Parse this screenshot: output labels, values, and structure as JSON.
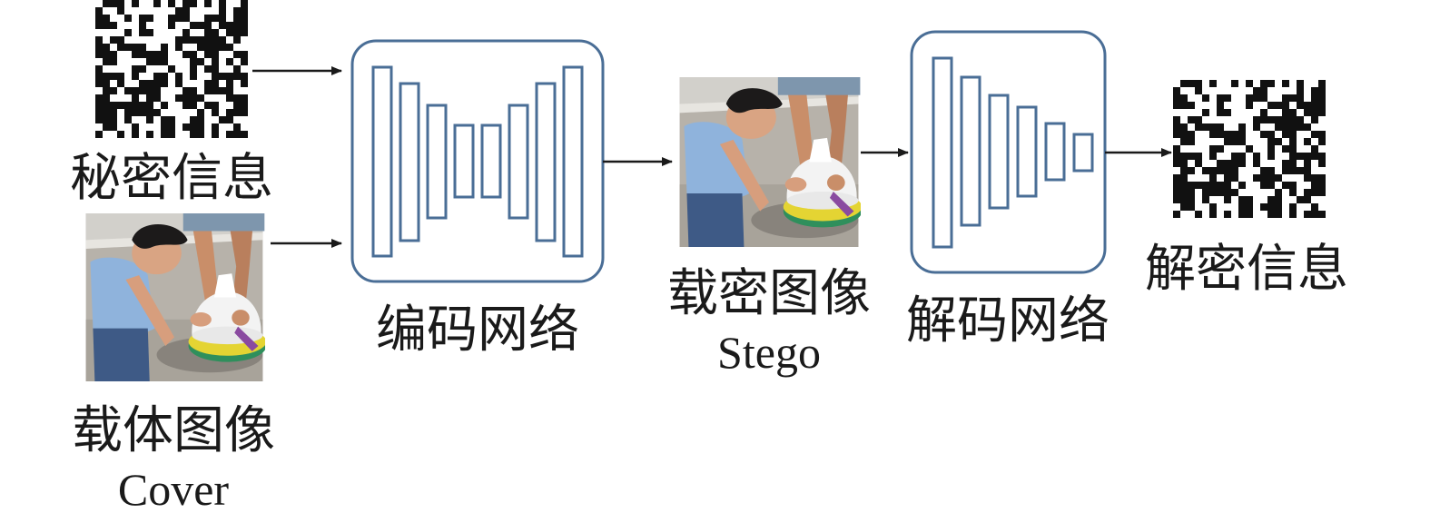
{
  "secret": {
    "label": "秘密信息"
  },
  "cover": {
    "label_cn": "载体图像",
    "label_en": "Cover"
  },
  "encoder": {
    "label": "编码网络"
  },
  "stego": {
    "label_cn": "载密图像",
    "label_en": "Stego"
  },
  "decoder": {
    "label": "解码网络"
  },
  "decoded": {
    "label": "解密信息"
  },
  "colors": {
    "network_stroke": "#4a6e96",
    "arrow": "#1a1a1a",
    "text": "#1a1a1a",
    "qr_dark": "#111111",
    "qr_light": "#ffffff"
  },
  "icons": {
    "secret_message": "qr-code-icon",
    "decoded_message": "qr-code-icon",
    "cover_image": "photo-child-hydrant",
    "stego_image": "photo-child-hydrant"
  }
}
